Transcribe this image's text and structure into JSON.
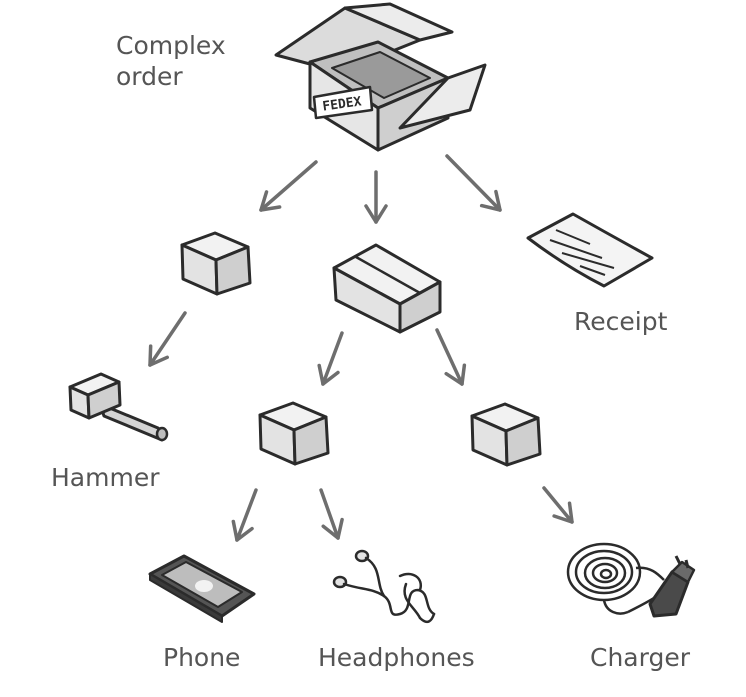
{
  "diagram": {
    "labels": {
      "root": "Complex\norder",
      "receipt": "Receipt",
      "hammer": "Hammer",
      "phone": "Phone",
      "headphones": "Headphones",
      "charger": "Charger"
    },
    "box_stamp": "FEDEX"
  },
  "colors": {
    "outline": "#2b2b2b",
    "box_top": "#f2f2f2",
    "box_front": "#e3e3e3",
    "box_side": "#cfcfcf",
    "arrow": "#6e6e6e",
    "label": "#555555"
  }
}
